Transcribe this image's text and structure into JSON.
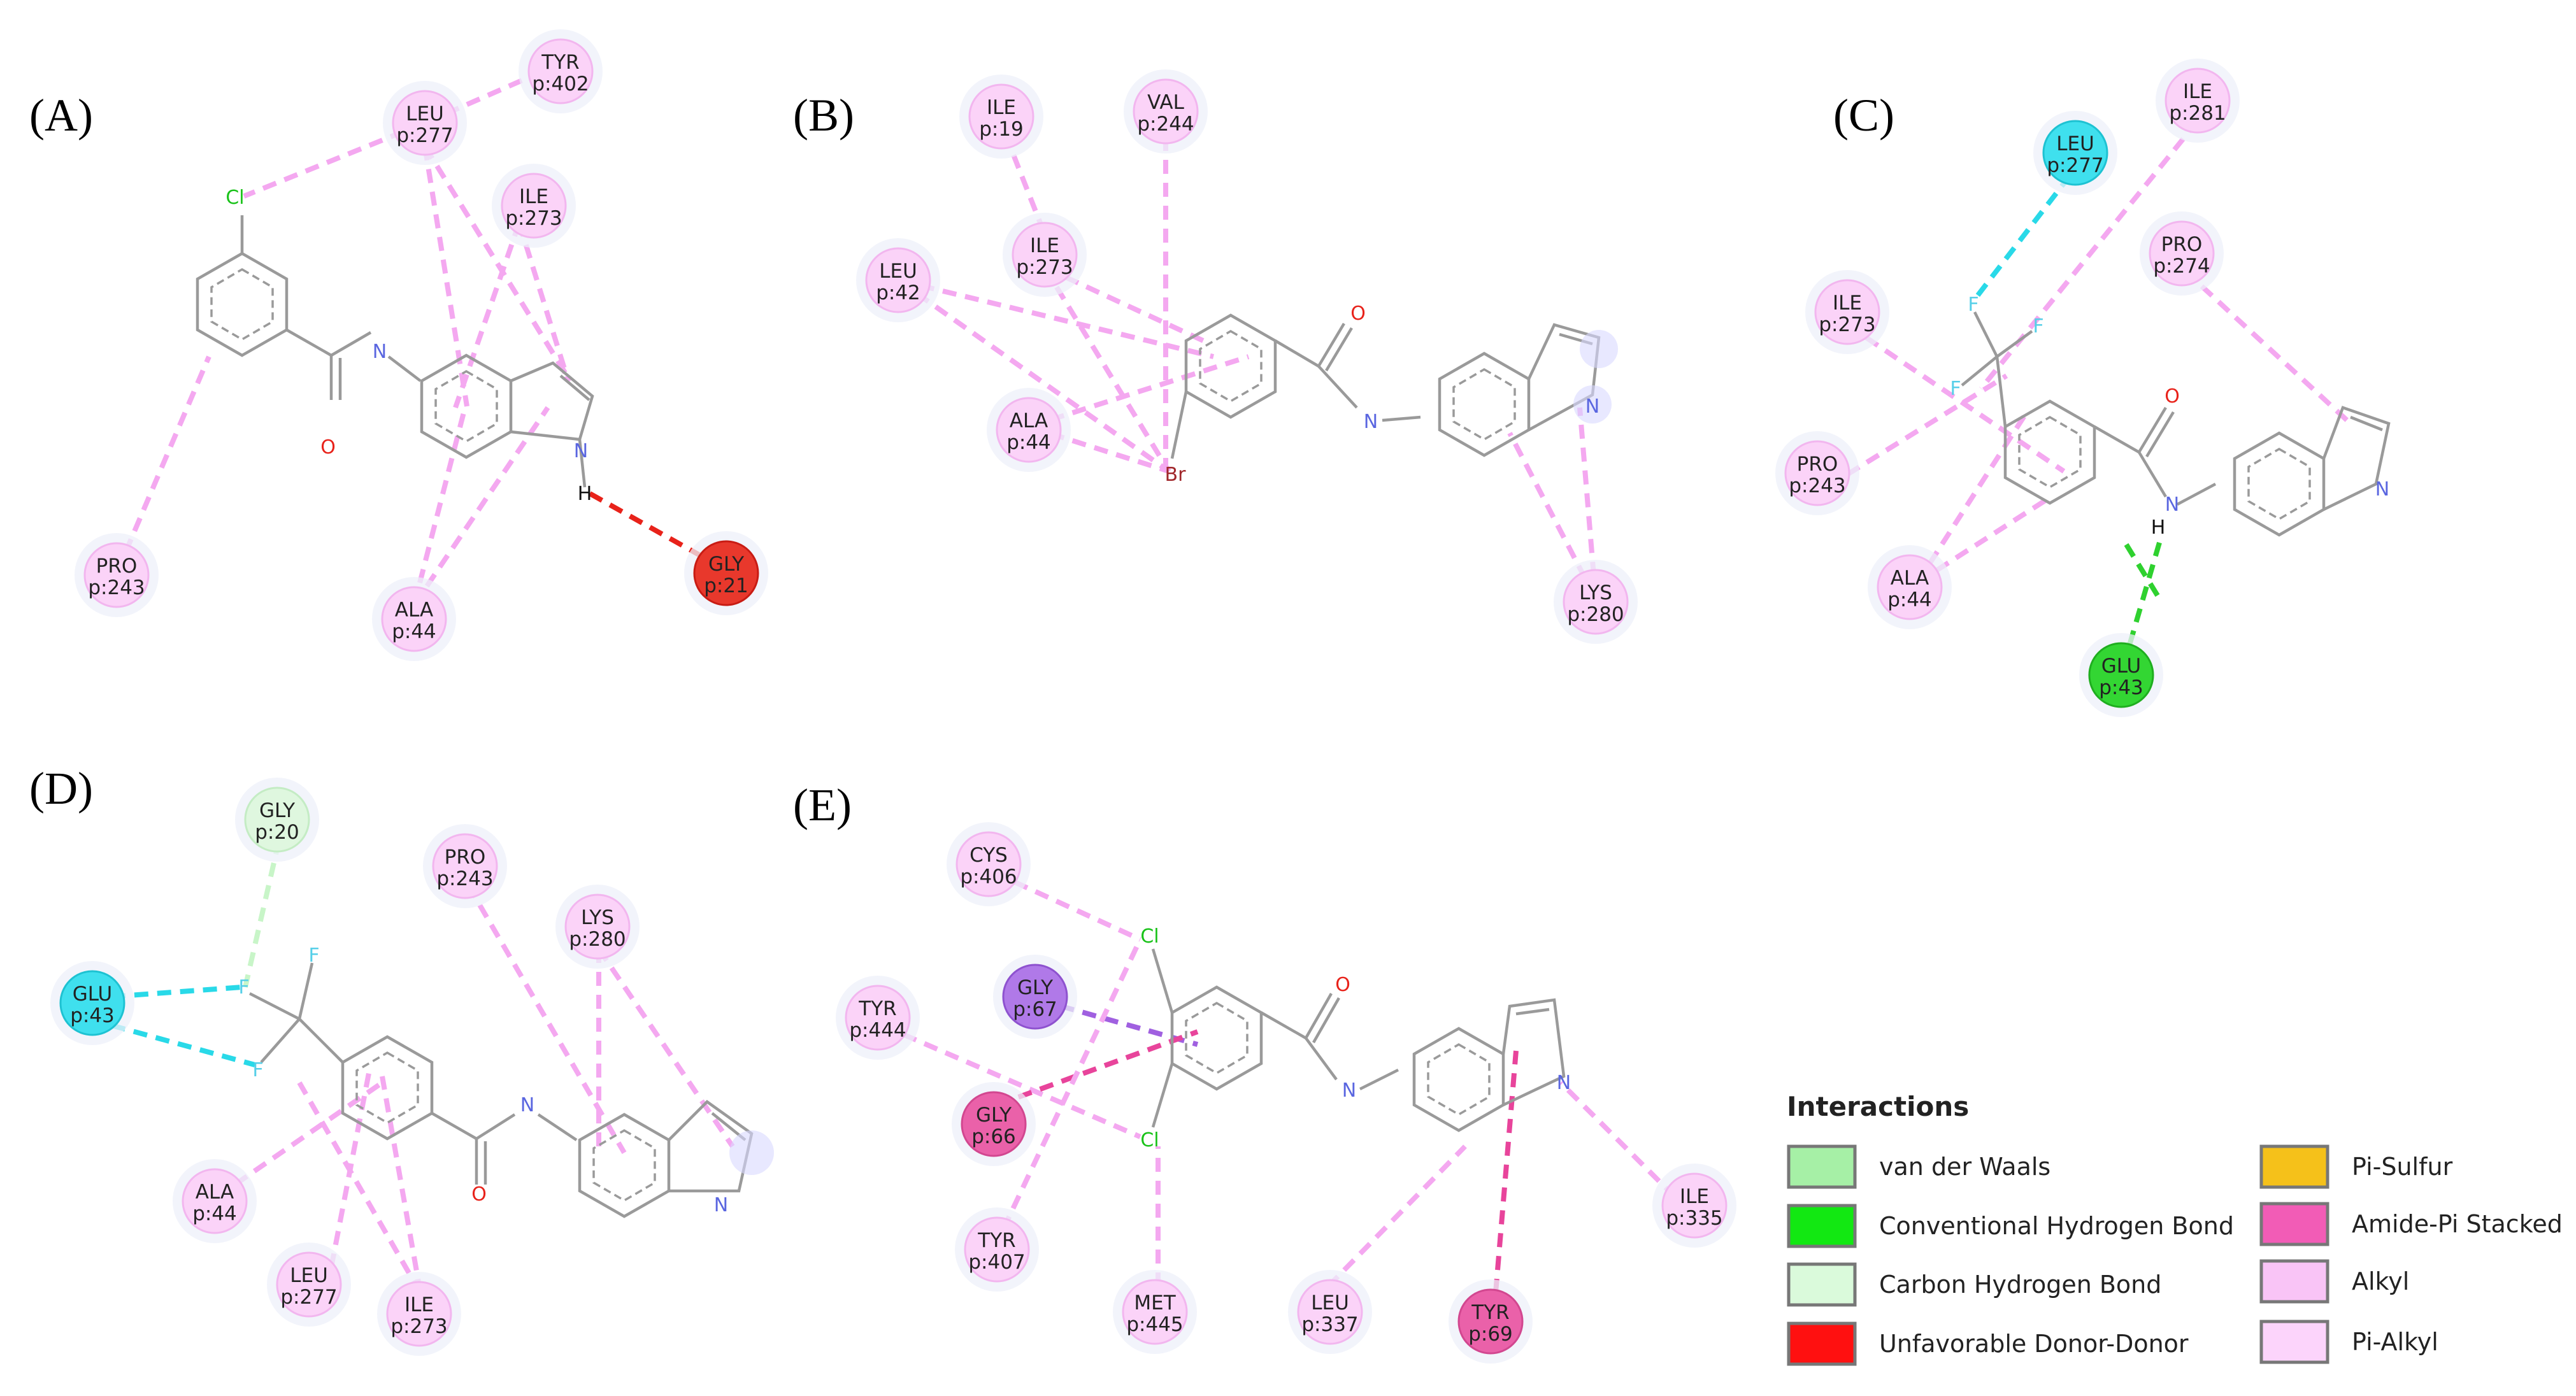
{
  "panel_labels": [
    "(A)",
    "(B)",
    "(C)",
    "(D)",
    "(E)"
  ],
  "colors": {
    "alkyl": "#f4a8f0",
    "residue_fill": "#fbd3f8",
    "residue_halo": "#f0f0fa",
    "hbond": "#2fd12f",
    "halogen": "#29d9e8",
    "unfavorable": "#e8221a",
    "carbon_hbond": "#c8f5c8",
    "amide_pi": "#e8449b",
    "pi_sigma": "#a060e0",
    "bond": "#9a9a9a",
    "nitrogen": "#5a66e0",
    "oxygen": "#e8221a",
    "chlorine": "#19c219",
    "bromine": "#a0262a",
    "fluorine": "#56cfe8"
  },
  "atom_labels": {
    "cl": "Cl",
    "n": "N",
    "h": "H",
    "o": "O",
    "br": "Br",
    "f": "F"
  },
  "panels": [
    {
      "id": "A",
      "residues": [
        {
          "name": "TYR",
          "pos": "p:402",
          "type": "alkyl"
        },
        {
          "name": "LEU",
          "pos": "p:277",
          "type": "alkyl"
        },
        {
          "name": "ILE",
          "pos": "p:273",
          "type": "alkyl"
        },
        {
          "name": "PRO",
          "pos": "p:243",
          "type": "alkyl"
        },
        {
          "name": "ALA",
          "pos": "p:44",
          "type": "alkyl"
        },
        {
          "name": "GLY",
          "pos": "p:21",
          "type": "unfavorable"
        }
      ]
    },
    {
      "id": "B",
      "residues": [
        {
          "name": "ILE",
          "pos": "p:19",
          "type": "alkyl"
        },
        {
          "name": "VAL",
          "pos": "p:244",
          "type": "alkyl"
        },
        {
          "name": "LEU",
          "pos": "p:42",
          "type": "alkyl"
        },
        {
          "name": "ILE",
          "pos": "p:273",
          "type": "alkyl"
        },
        {
          "name": "ALA",
          "pos": "p:44",
          "type": "alkyl"
        },
        {
          "name": "LYS",
          "pos": "p:280",
          "type": "alkyl"
        }
      ]
    },
    {
      "id": "C",
      "residues": [
        {
          "name": "LEU",
          "pos": "p:277",
          "type": "halogen"
        },
        {
          "name": "ILE",
          "pos": "p:281",
          "type": "alkyl"
        },
        {
          "name": "PRO",
          "pos": "p:274",
          "type": "alkyl"
        },
        {
          "name": "ILE",
          "pos": "p:273",
          "type": "alkyl"
        },
        {
          "name": "PRO",
          "pos": "p:243",
          "type": "alkyl"
        },
        {
          "name": "ALA",
          "pos": "p:44",
          "type": "alkyl"
        },
        {
          "name": "GLU",
          "pos": "p:43",
          "type": "hbond"
        }
      ]
    },
    {
      "id": "D",
      "residues": [
        {
          "name": "GLY",
          "pos": "p:20",
          "type": "carbon_hbond"
        },
        {
          "name": "GLU",
          "pos": "p:43",
          "type": "halogen"
        },
        {
          "name": "PRO",
          "pos": "p:243",
          "type": "alkyl"
        },
        {
          "name": "LYS",
          "pos": "p:280",
          "type": "alkyl"
        },
        {
          "name": "ALA",
          "pos": "p:44",
          "type": "alkyl"
        },
        {
          "name": "LEU",
          "pos": "p:277",
          "type": "alkyl"
        },
        {
          "name": "ILE",
          "pos": "p:273",
          "type": "alkyl"
        }
      ]
    },
    {
      "id": "E",
      "residues": [
        {
          "name": "CYS",
          "pos": "p:406",
          "type": "alkyl"
        },
        {
          "name": "GLY",
          "pos": "p:67",
          "type": "pi_sigma"
        },
        {
          "name": "TYR",
          "pos": "p:444",
          "type": "alkyl"
        },
        {
          "name": "GLY",
          "pos": "p:66",
          "type": "amide_pi"
        },
        {
          "name": "TYR",
          "pos": "p:407",
          "type": "alkyl"
        },
        {
          "name": "MET",
          "pos": "p:445",
          "type": "alkyl"
        },
        {
          "name": "LEU",
          "pos": "p:337",
          "type": "alkyl"
        },
        {
          "name": "TYR",
          "pos": "p:69",
          "type": "amide_pi"
        },
        {
          "name": "ILE",
          "pos": "p:335",
          "type": "alkyl"
        }
      ]
    }
  ],
  "legend": {
    "title": "Interactions",
    "items": [
      {
        "label": "van der Waals",
        "color": "#a6f0a6"
      },
      {
        "label": "Conventional Hydrogen Bond",
        "color": "#12e812"
      },
      {
        "label": "Carbon Hydrogen Bond",
        "color": "#dafadb"
      },
      {
        "label": "Unfavorable Donor-Donor",
        "color": "#ff1010"
      },
      {
        "label": "Pi-Sulfur",
        "color": "#f5c11a"
      },
      {
        "label": "Amide-Pi Stacked",
        "color": "#f25cb6"
      },
      {
        "label": "Alkyl",
        "color": "#f9c4f6"
      },
      {
        "label": "Pi-Alkyl",
        "color": "#fcd4fb"
      }
    ]
  }
}
